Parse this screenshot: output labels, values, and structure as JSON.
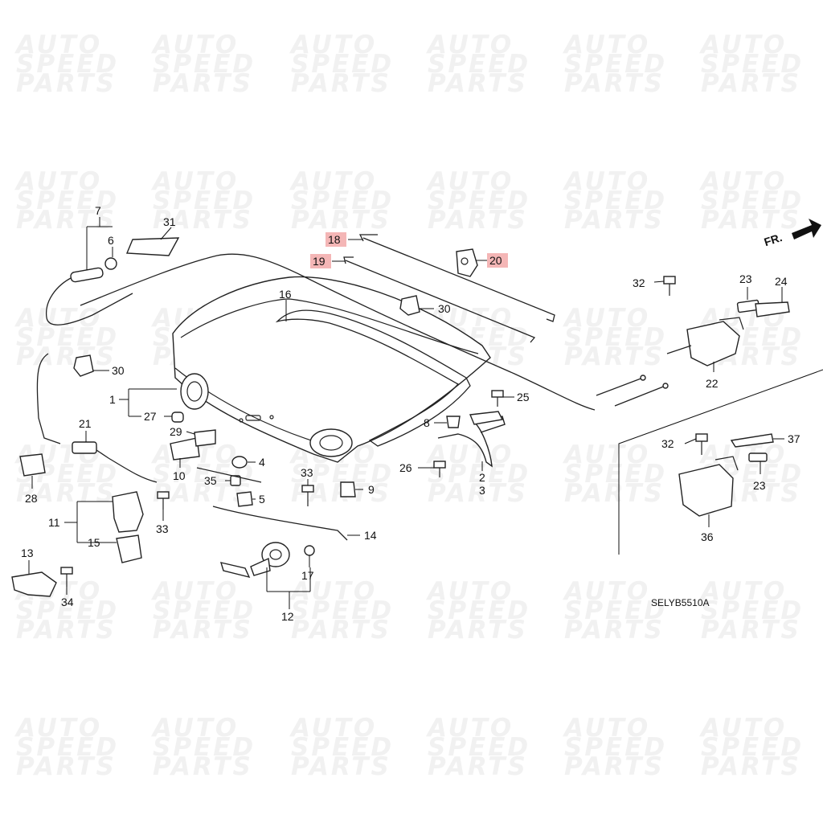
{
  "diagram_code": "SELYB5510A",
  "front_indicator": "FR.",
  "watermark": [
    "AUTO",
    "SPEED",
    "PARTS"
  ],
  "callouts": [
    {
      "id": "c1",
      "text": "1",
      "highlight": false
    },
    {
      "id": "c2",
      "text": "2",
      "highlight": false
    },
    {
      "id": "c3",
      "text": "3",
      "highlight": false
    },
    {
      "id": "c4",
      "text": "4",
      "highlight": false
    },
    {
      "id": "c5",
      "text": "5",
      "highlight": false
    },
    {
      "id": "c6",
      "text": "6",
      "highlight": false
    },
    {
      "id": "c7",
      "text": "7",
      "highlight": false
    },
    {
      "id": "c8",
      "text": "8",
      "highlight": false
    },
    {
      "id": "c9",
      "text": "9",
      "highlight": false
    },
    {
      "id": "c10",
      "text": "10",
      "highlight": false
    },
    {
      "id": "c11",
      "text": "11",
      "highlight": false
    },
    {
      "id": "c12",
      "text": "12",
      "highlight": false
    },
    {
      "id": "c13",
      "text": "13",
      "highlight": false
    },
    {
      "id": "c14",
      "text": "14",
      "highlight": false
    },
    {
      "id": "c15",
      "text": "15",
      "highlight": false
    },
    {
      "id": "c16",
      "text": "16",
      "highlight": false
    },
    {
      "id": "c17",
      "text": "17",
      "highlight": false
    },
    {
      "id": "c18",
      "text": "18",
      "highlight": true
    },
    {
      "id": "c19",
      "text": "19",
      "highlight": true
    },
    {
      "id": "c20",
      "text": "20",
      "highlight": true
    },
    {
      "id": "c21",
      "text": "21",
      "highlight": false
    },
    {
      "id": "c22",
      "text": "22",
      "highlight": false
    },
    {
      "id": "c23a",
      "text": "23",
      "highlight": false
    },
    {
      "id": "c23b",
      "text": "23",
      "highlight": false
    },
    {
      "id": "c24",
      "text": "24",
      "highlight": false
    },
    {
      "id": "c25",
      "text": "25",
      "highlight": false
    },
    {
      "id": "c26",
      "text": "26",
      "highlight": false
    },
    {
      "id": "c27",
      "text": "27",
      "highlight": false
    },
    {
      "id": "c28",
      "text": "28",
      "highlight": false
    },
    {
      "id": "c29",
      "text": "29",
      "highlight": false
    },
    {
      "id": "c30a",
      "text": "30",
      "highlight": false
    },
    {
      "id": "c30b",
      "text": "30",
      "highlight": false
    },
    {
      "id": "c31",
      "text": "31",
      "highlight": false
    },
    {
      "id": "c32a",
      "text": "32",
      "highlight": false
    },
    {
      "id": "c32b",
      "text": "32",
      "highlight": false
    },
    {
      "id": "c33a",
      "text": "33",
      "highlight": false
    },
    {
      "id": "c33b",
      "text": "33",
      "highlight": false
    },
    {
      "id": "c34",
      "text": "34",
      "highlight": false
    },
    {
      "id": "c35",
      "text": "35",
      "highlight": false
    },
    {
      "id": "c36",
      "text": "36",
      "highlight": false
    },
    {
      "id": "c37",
      "text": "37",
      "highlight": false
    }
  ]
}
